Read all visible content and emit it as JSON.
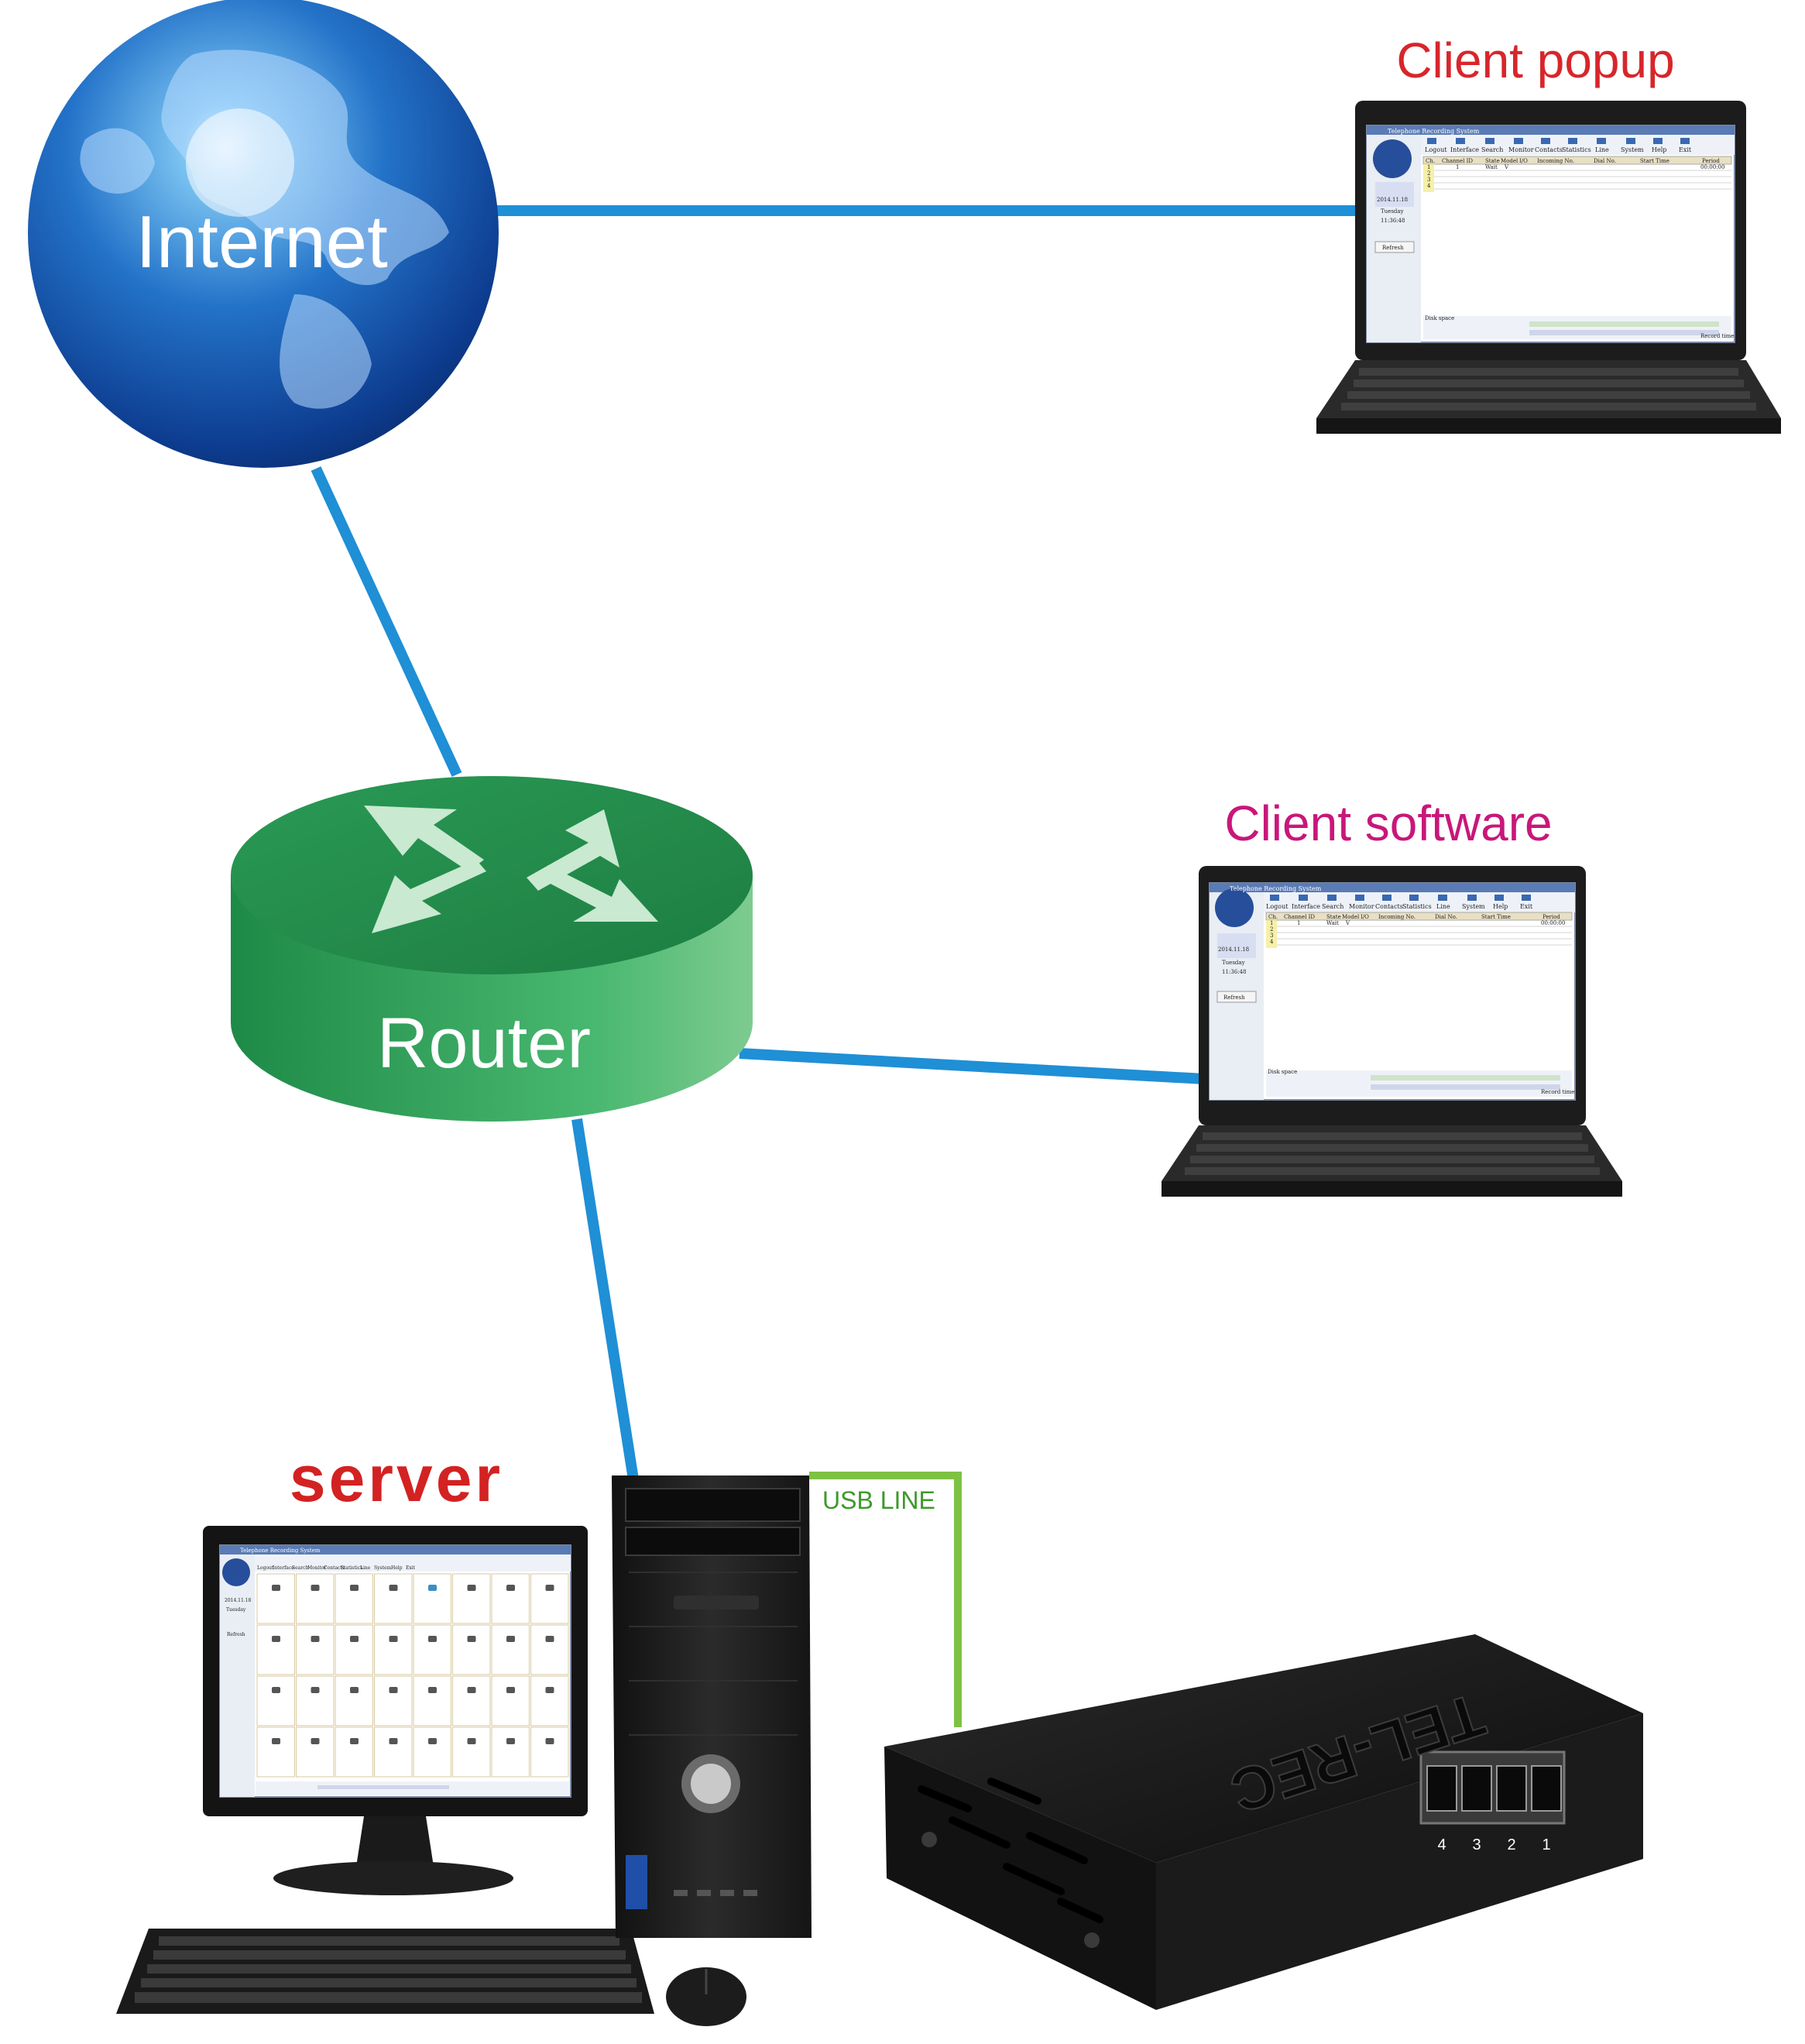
{
  "labels": {
    "internet": "Internet",
    "router": "Router",
    "client_popup": "Client popup",
    "client_software": "Client software",
    "server": "server",
    "usb_line": "USB LINE",
    "device_brand": "TEL-REC",
    "port_numbers": [
      "4",
      "3",
      "2",
      "1"
    ]
  },
  "screen": {
    "toolbar": [
      "Logout",
      "Interface",
      "Search",
      "Monitor",
      "Contacts",
      "Statistics",
      "Line",
      "System",
      "Help",
      "Exit"
    ],
    "columns": [
      "Ch.",
      "Channel ID",
      "State",
      "Model",
      "I/O",
      "Incoming No.",
      "Dial No.",
      "Start Time",
      "Period"
    ],
    "first_row": [
      "1",
      "1",
      "Wait",
      "V",
      "",
      "",
      "",
      "",
      "00:00:00"
    ],
    "row_numbers": [
      "1",
      "2",
      "3",
      "4"
    ],
    "date": "2014.11.18",
    "weekday": "Tuesday",
    "time": "11:36:48",
    "refresh_label": "Refresh",
    "disk_space_label": "Disk space",
    "record_time_label": "Record time"
  },
  "colors": {
    "network_line": "#1f8fd6",
    "usb_line": "#7dc242",
    "usb_label": "#3c9a2a",
    "client_popup_label": "#d7262b",
    "client_software_label": "#c8177a",
    "server_label": "#d32222",
    "router_top": "#2fa05a",
    "router_side": "#3fb36a",
    "globe": "#1a5fb4"
  },
  "icons": [
    "globe-icon",
    "router-icon",
    "laptop-icon",
    "desktop-pc-icon",
    "recorder-box-icon"
  ]
}
